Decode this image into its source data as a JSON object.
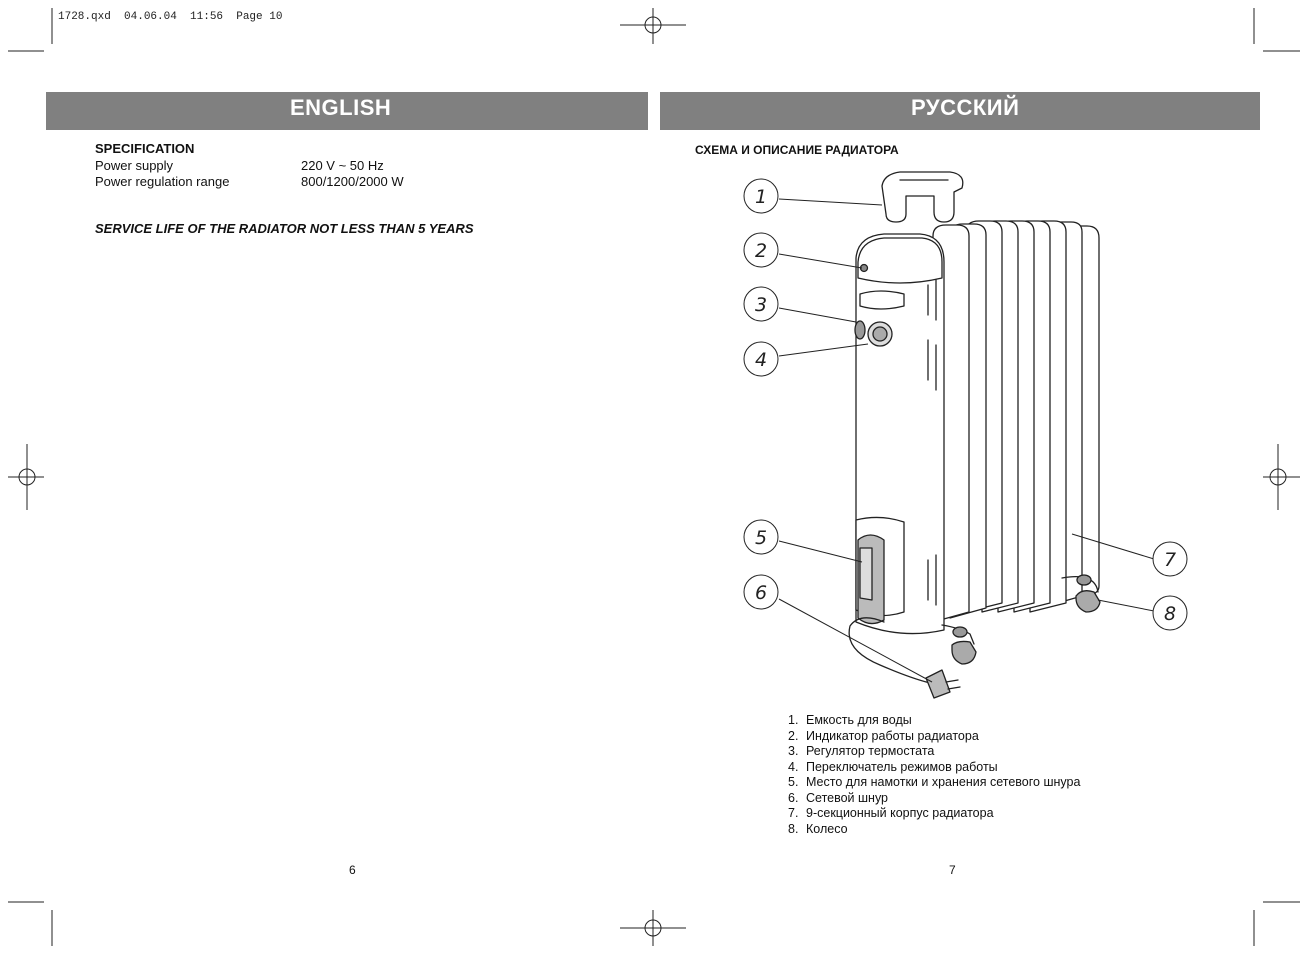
{
  "slug_line": "1728.qxd  04.06.04  11:56  Page 10",
  "english": {
    "banner_title": "ENGLISH",
    "spec_heading": "SPECIFICATION",
    "specs": [
      {
        "label": "Power supply",
        "value": "220 V ~ 50 Hz"
      },
      {
        "label": "Power regulation range",
        "value": "800/1200/2000 W"
      }
    ],
    "service_note": "SERVICE LIFE OF THE RADIATOR NOT LESS THAN 5 YEARS",
    "page_number": "6"
  },
  "russian": {
    "banner_title": "РУССКИЙ",
    "diagram_heading": "СХЕМА И ОПИСАНИЕ РАДИАТОРА",
    "callouts": [
      "1",
      "2",
      "3",
      "4",
      "5",
      "6",
      "7",
      "8"
    ],
    "parts": [
      {
        "num": "1.",
        "text": "Емкость для воды"
      },
      {
        "num": "2.",
        "text": "Индикатор работы радиатора"
      },
      {
        "num": "3.",
        "text": "Регулятор термостата"
      },
      {
        "num": "4.",
        "text": "Переключатель режимов работы"
      },
      {
        "num": "5.",
        "text": "Место для намотки и хранения сетевого шнура"
      },
      {
        "num": "6.",
        "text": "Сетевой шнур"
      },
      {
        "num": "7.",
        "text": "9-секционный корпус радиатора"
      },
      {
        "num": "8.",
        "text": "Колесо"
      }
    ],
    "page_number": "7"
  }
}
